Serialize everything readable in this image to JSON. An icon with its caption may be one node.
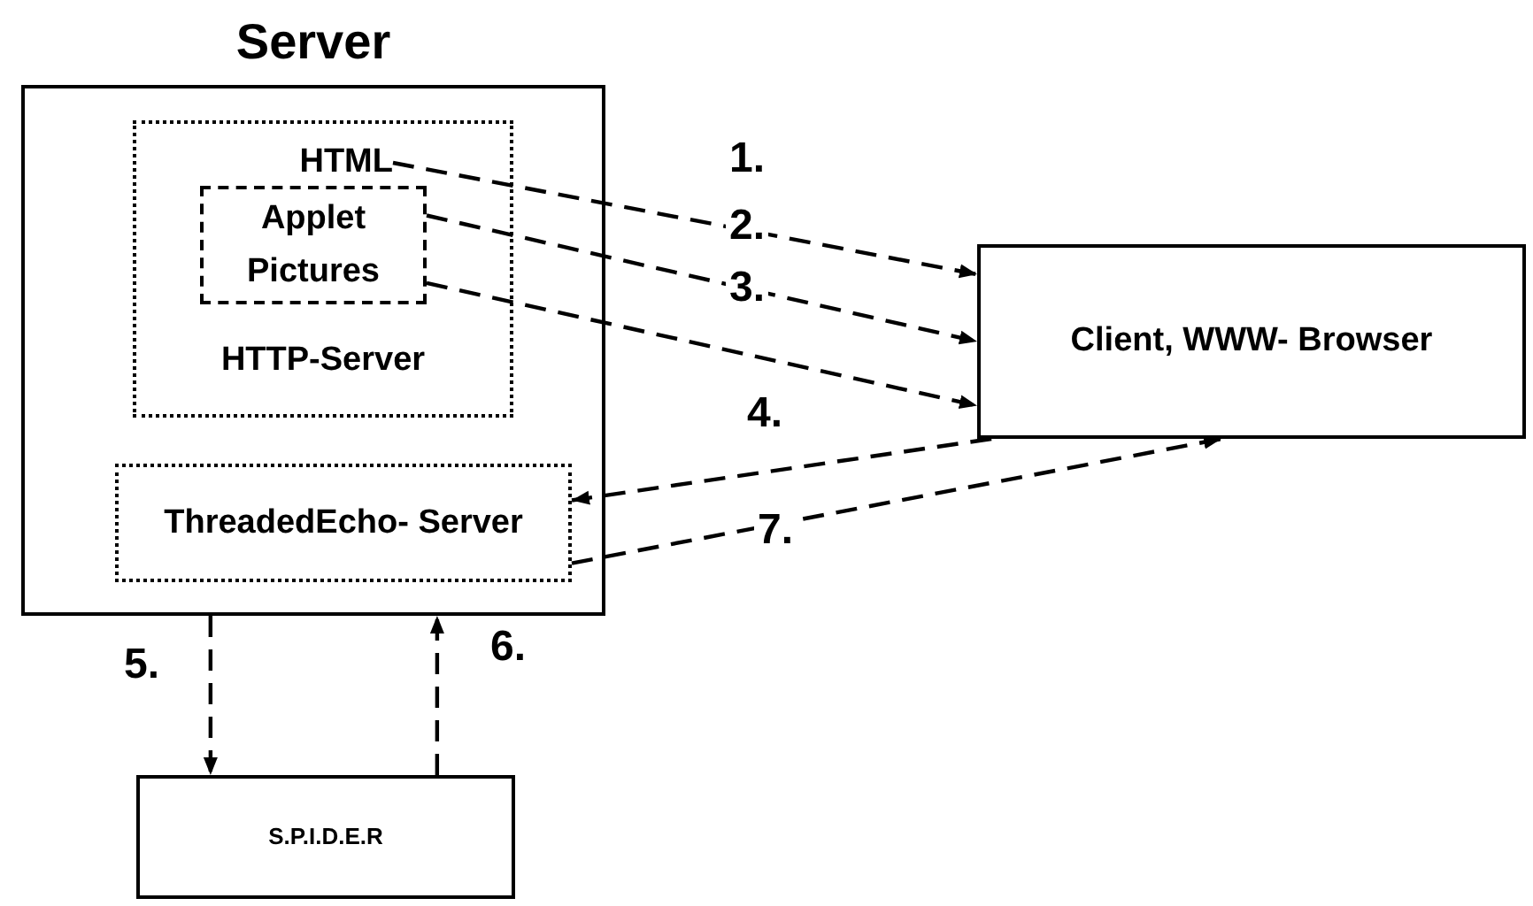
{
  "diagram": {
    "nodes": [
      {
        "text": [
          "Server"
        ]
      },
      {
        "text": [
          "HTTP-Server"
        ],
        "in": 0
      },
      {
        "text": [
          "HTML"
        ],
        "in": 1
      },
      {
        "text": [
          "Applet",
          "Pictures"
        ],
        "in": 1
      },
      {
        "text": [
          "ThreadedEcho- Server"
        ],
        "in": 0
      },
      {
        "text": [
          "Client, WWW- Browser"
        ]
      },
      {
        "text": [
          "S.P.I.D.E.R"
        ]
      }
    ],
    "edges": [
      {
        "from": 2,
        "to": 5,
        "arrow": "to",
        "label": "1.",
        "style": "dashed"
      },
      {
        "from": 3,
        "to": 5,
        "arrow": "to",
        "label": "2.",
        "style": "dashed"
      },
      {
        "from": 3,
        "to": 5,
        "arrow": "to",
        "label": "3.",
        "style": "dashed"
      },
      {
        "from": 5,
        "to": 4,
        "arrow": "to",
        "label": "4.",
        "style": "dashed"
      },
      {
        "from": 0,
        "to": 6,
        "arrow": "to",
        "label": "5.",
        "style": "dashed"
      },
      {
        "from": 6,
        "to": 0,
        "arrow": "to",
        "label": "6.",
        "style": "dashed"
      },
      {
        "from": 4,
        "to": 5,
        "arrow": "to",
        "label": "7.",
        "style": "dashed"
      }
    ]
  }
}
